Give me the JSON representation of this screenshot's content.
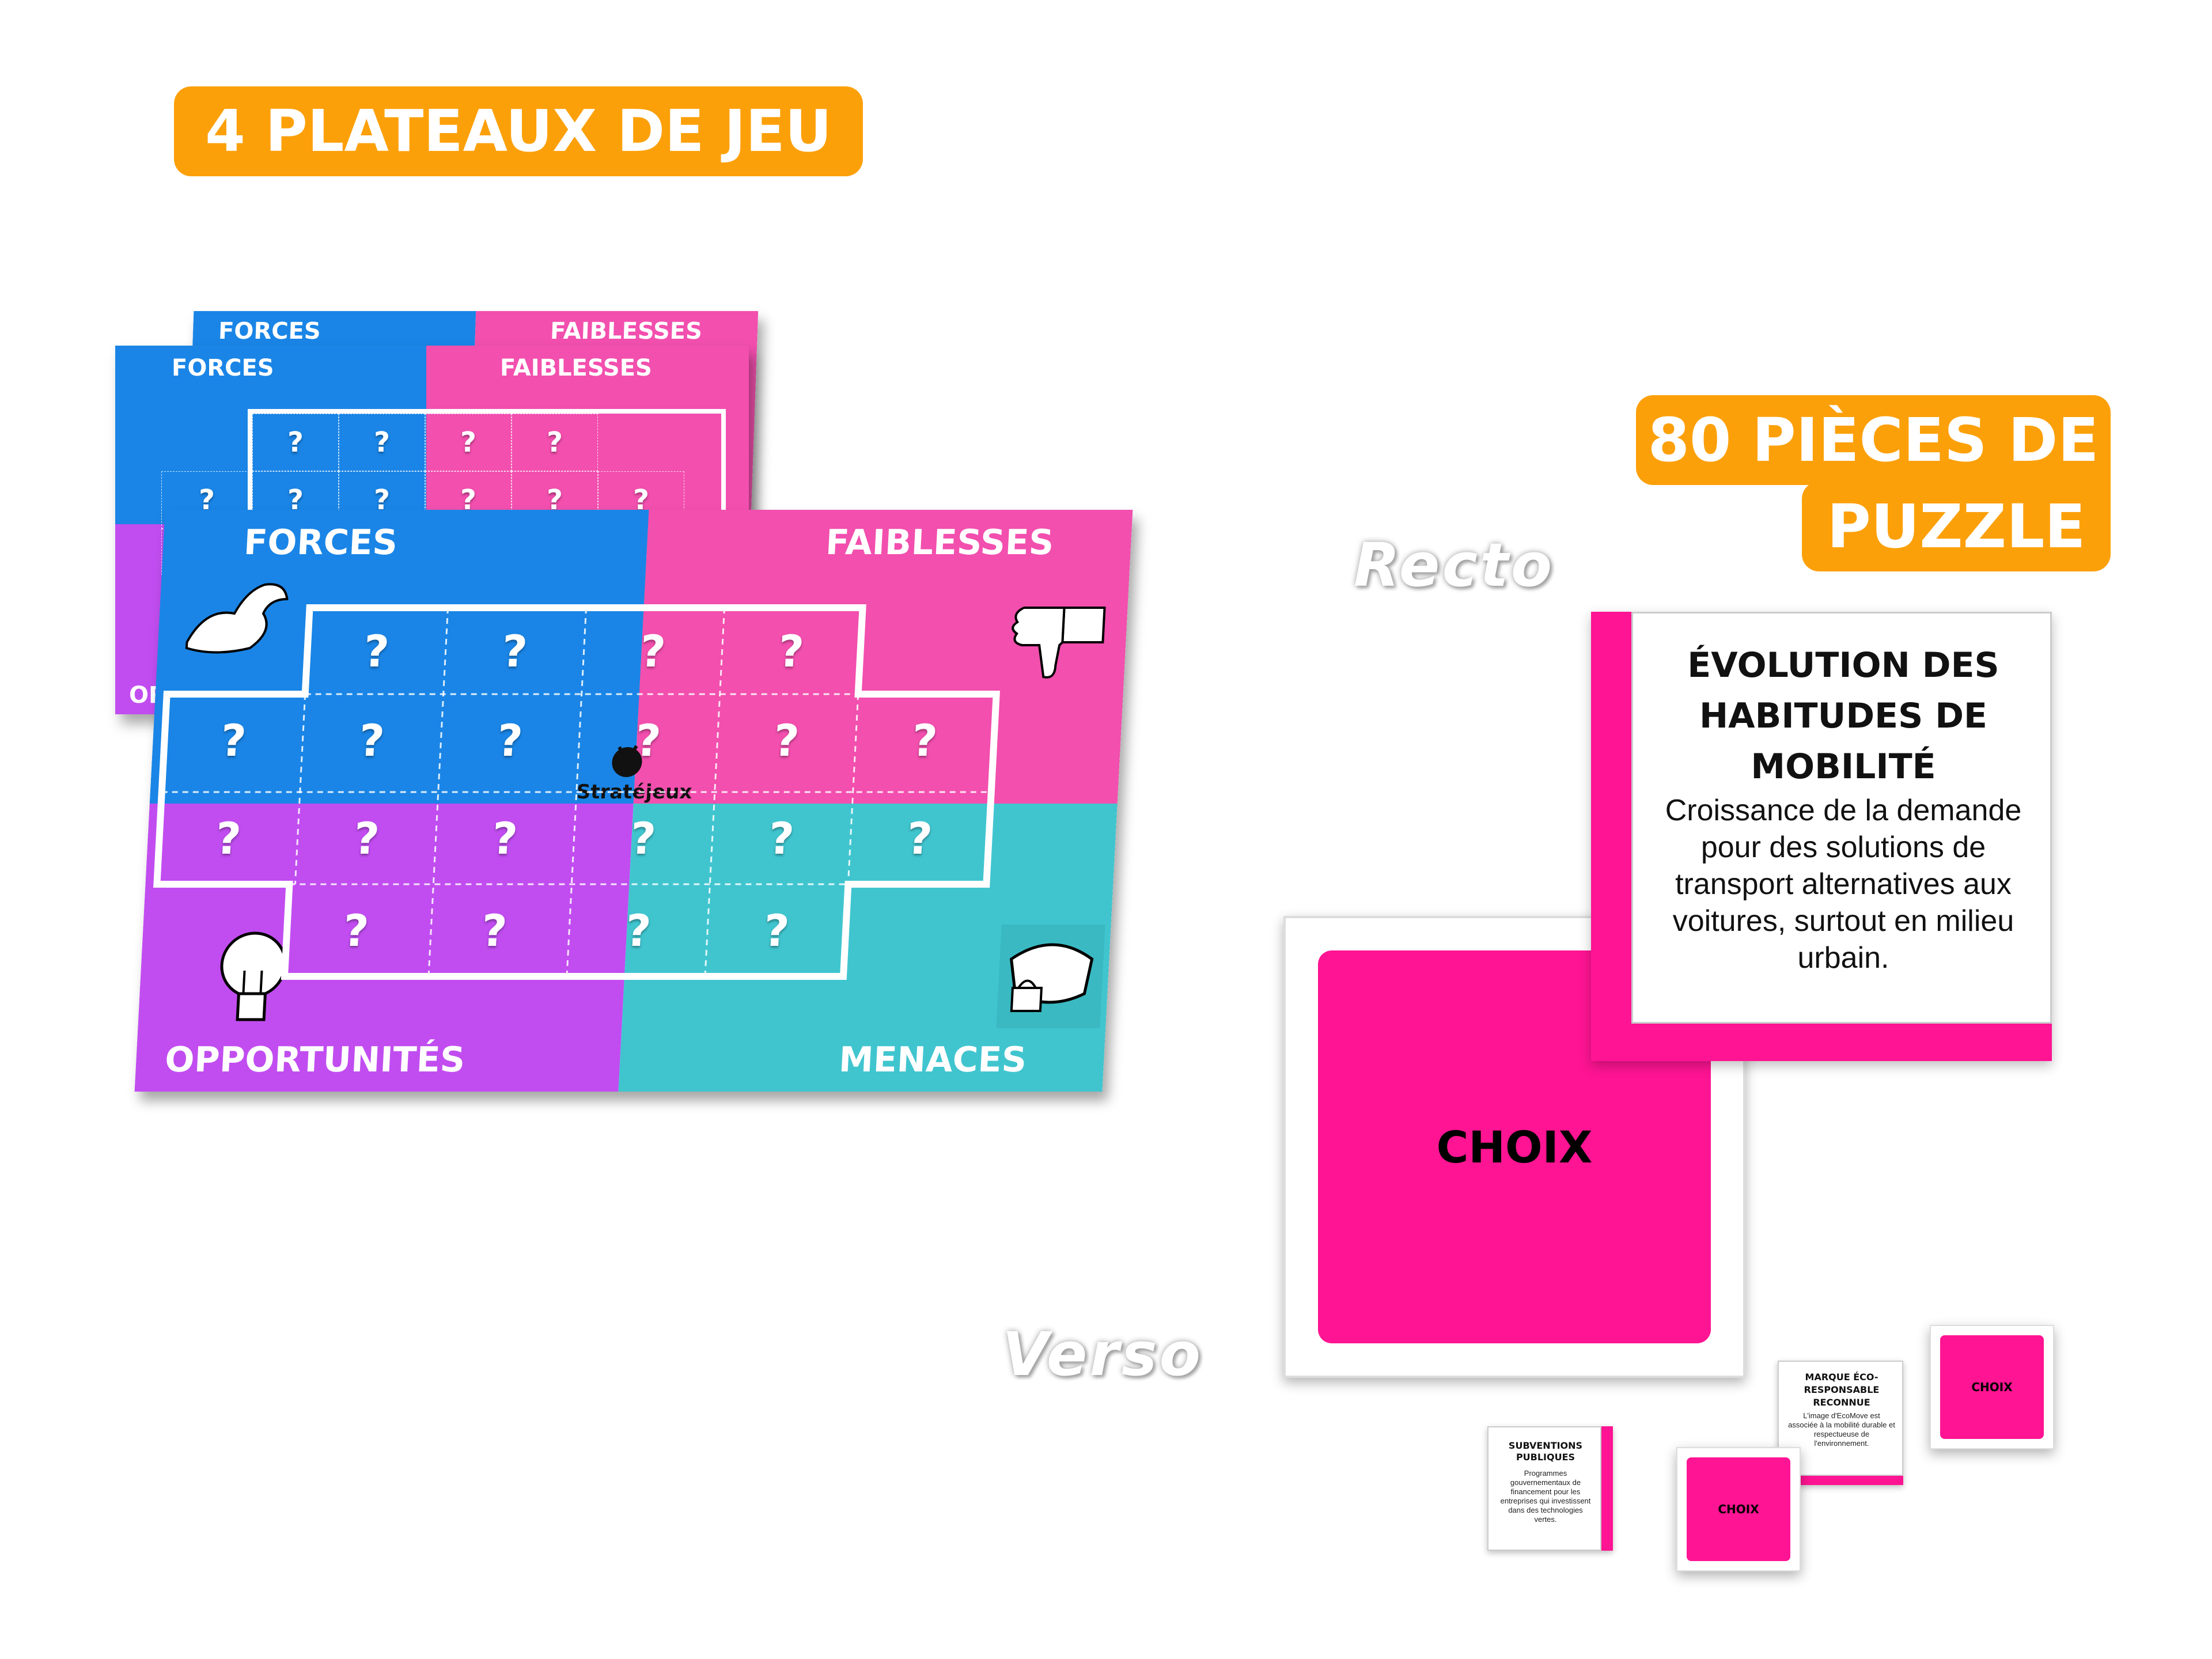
{
  "badges": {
    "plateaux": "4 PLATEAUX DE JEU",
    "pieces_line1": "80 PIÈCES DE",
    "pieces_line2": "PUZZLE"
  },
  "labels": {
    "recto": "Recto",
    "verso": "Verso"
  },
  "board": {
    "forces": "FORCES",
    "faiblesses": "FAIBLESSES",
    "opportunites": "OPPORTUNITÉS",
    "menaces": "MENACES",
    "back_opportunites": "OPP",
    "logo": "Stratéjeux",
    "cell_mark": "?"
  },
  "colors": {
    "blue": "#1a85e6",
    "pink": "#f24fae",
    "purple": "#c14df0",
    "teal": "#40c5cf",
    "orange": "#fca00a",
    "card_pink": "#ff1493"
  },
  "big_card": {
    "title": "ÉVOLUTION DES HABITUDES DE MOBILITÉ",
    "body": "Croissance de la demande pour des solutions de transport alternatives aux voitures, surtout en milieu urbain.",
    "back": "CHOIX"
  },
  "small_cards": {
    "sub_title": "SUBVENTIONS PUBLIQUES",
    "sub_body": "Programmes gouvernementaux de financement pour les entreprises qui investissent dans des technologies vertes.",
    "marque_title": "MARQUE ÉCO-RESPONSABLE RECONNUE",
    "marque_body": "L'image d'EcoMove est associée à la mobilité durable et respectueuse de l'environnement.",
    "choix1": "CHOIX",
    "choix2": "CHOIX"
  }
}
